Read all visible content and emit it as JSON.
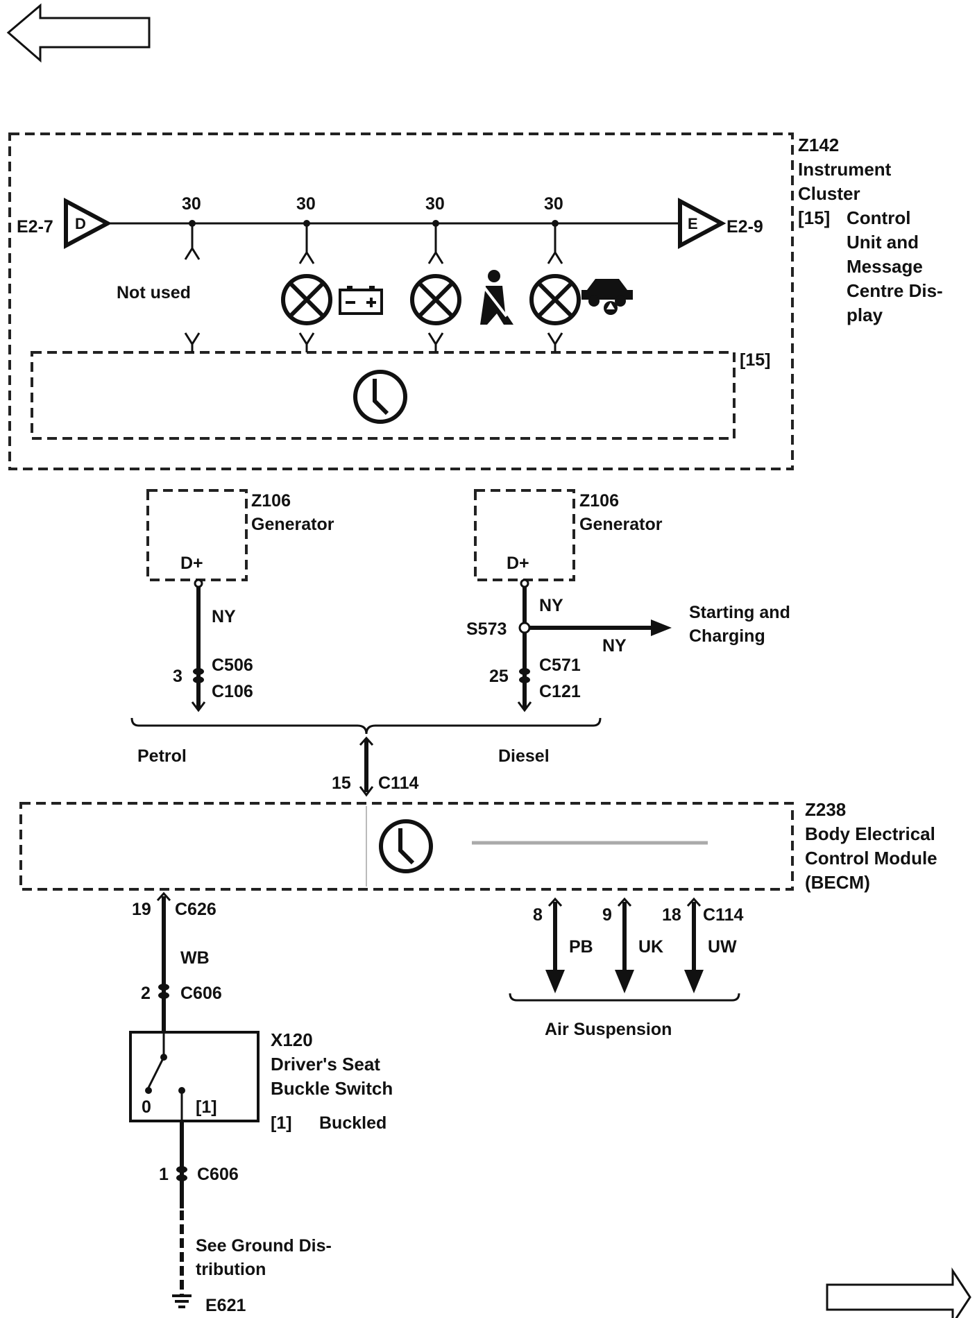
{
  "nav": {
    "prev_label": "",
    "next_label": ""
  },
  "cluster": {
    "id": "Z142",
    "name_line1": "Instrument",
    "name_line2": "Cluster",
    "note_key": "[15]",
    "note_line1": "Control",
    "note_line2": "Unit and",
    "note_line3": "Message",
    "note_line4": "Centre Dis-",
    "note_line5": "play",
    "inner_tag": "[15]",
    "left_conn": "E2-7",
    "left_bus": "D",
    "right_conn": "E2-9",
    "right_bus": "E",
    "pin1": "30",
    "pin2": "30",
    "pin3": "30",
    "pin4": "30",
    "not_used": "Not used"
  },
  "gen_petrol": {
    "id": "Z106",
    "name": "Generator",
    "terminal": "D+",
    "wire": "NY",
    "pin": "3",
    "conn1": "C506",
    "conn2": "C106",
    "variant": "Petrol"
  },
  "gen_diesel": {
    "id": "Z106",
    "name": "Generator",
    "terminal": "D+",
    "wire": "NY",
    "splice": "S573",
    "branch_wire": "NY",
    "branch_dest1": "Starting and",
    "branch_dest2": "Charging",
    "pin": "25",
    "conn1": "C571",
    "conn2": "C121",
    "variant": "Diesel"
  },
  "becm_input": {
    "pin": "15",
    "conn": "C114"
  },
  "becm": {
    "id": "Z238",
    "name_line1": "Body Electrical",
    "name_line2": "Control Module",
    "name_line3": "(BECM)"
  },
  "seat_circuit": {
    "pin_top": "19",
    "conn_top": "C626",
    "wire": "WB",
    "pin_mid": "2",
    "conn_mid": "C606",
    "switch_id": "X120",
    "switch_name1": "Driver's Seat",
    "switch_name2": "Buckle Switch",
    "pos0": "0",
    "pos1": "[1]",
    "note_key": "[1]",
    "note_text": "Buckled",
    "pin_bot": "1",
    "conn_bot": "C606",
    "ground_line1": "See Ground Dis-",
    "ground_line2": "tribution",
    "ground_id": "E621"
  },
  "air_suspension": {
    "conn": "C114",
    "pins": [
      "8",
      "9",
      "18"
    ],
    "wires": [
      "PB",
      "UK",
      "UW"
    ],
    "dest": "Air Suspension"
  }
}
